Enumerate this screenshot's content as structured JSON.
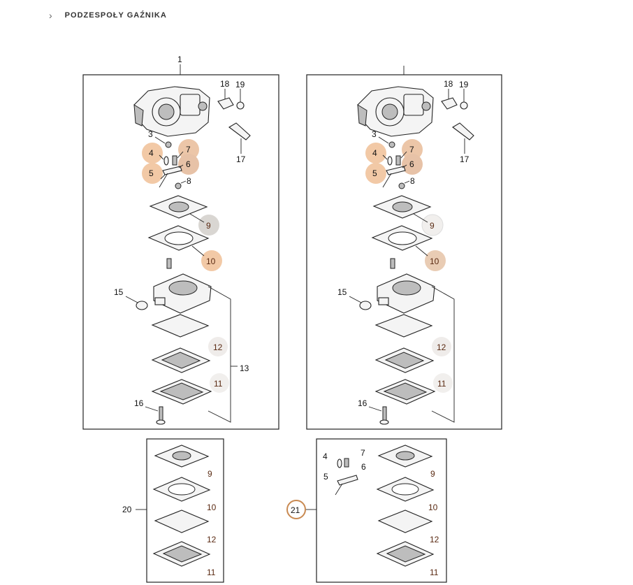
{
  "breadcrumb": {
    "chevron": "›",
    "title": "PODZESPOŁY GAŹNIKA"
  },
  "highlight_colors": {
    "orange": "#f2c9a6",
    "grey": "#d9d6d2",
    "ring": "#c98a52"
  },
  "left_panel": {
    "assembly_label": "1",
    "labels": {
      "p3": "3",
      "p4": "4",
      "p5": "5",
      "p6": "6",
      "p7": "7",
      "p8": "8",
      "p9": "9",
      "p10": "10",
      "p11": "11",
      "p12": "12",
      "p13": "13",
      "p15": "15",
      "p16": "16",
      "p17": "17",
      "p18": "18",
      "p19": "19"
    }
  },
  "right_panel": {
    "labels": {
      "p3": "3",
      "p4": "4",
      "p5": "5",
      "p6": "6",
      "p7": "7",
      "p8": "8",
      "p9": "9",
      "p10": "10",
      "p11": "11",
      "p12": "12",
      "p15": "15",
      "p16": "16",
      "p17": "17",
      "p18": "18",
      "p19": "19"
    }
  },
  "kit20": {
    "label": "20",
    "parts": [
      "9",
      "10",
      "12",
      "11"
    ]
  },
  "kit21": {
    "label": "21",
    "p4": "4",
    "p5": "5",
    "p6": "6",
    "p7": "7",
    "parts": [
      "9",
      "10",
      "12",
      "11"
    ]
  }
}
